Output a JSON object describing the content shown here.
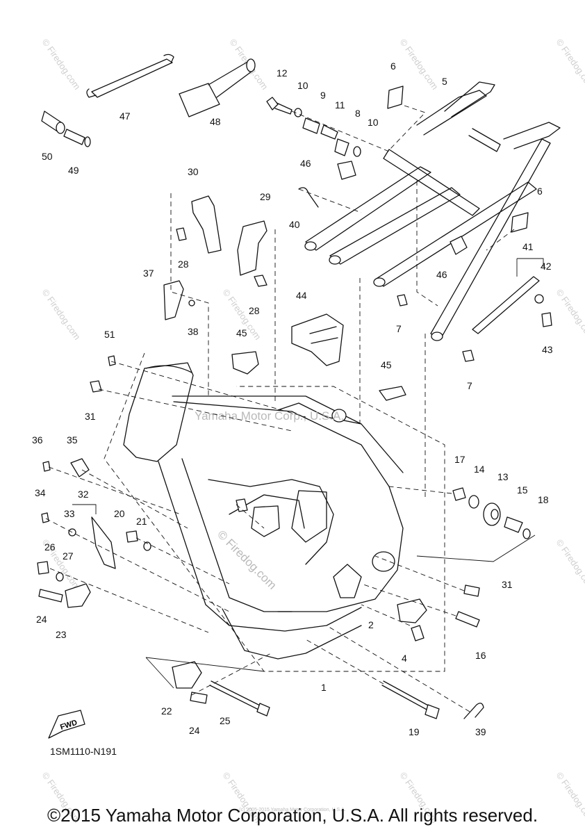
{
  "diagram": {
    "code": "1SM1110-N191",
    "fwd_label": "FWD",
    "frame_watermark": "Yamaha Motor Corp., U.S.A.",
    "site_watermark": "© Firedog.com",
    "part_callouts": [
      "1",
      "2",
      "4",
      "5",
      "6",
      "6",
      "7",
      "7",
      "8",
      "9",
      "10",
      "10",
      "11",
      "12",
      "13",
      "14",
      "15",
      "16",
      "17",
      "18",
      "19",
      "20",
      "21",
      "22",
      "23",
      "24",
      "24",
      "25",
      "26",
      "27",
      "28",
      "28",
      "29",
      "30",
      "31",
      "31",
      "32",
      "33",
      "34",
      "35",
      "36",
      "37",
      "38",
      "39",
      "40",
      "41",
      "42",
      "43",
      "44",
      "45",
      "45",
      "46",
      "46",
      "47",
      "48",
      "49",
      "50",
      "51"
    ]
  },
  "footer": {
    "copyright": "©2015 Yamaha Motor Corporation, U.S.A. All rights reserved.",
    "small_credit": "(c) 2005-2015 Yamaha Motor Corporation, U.S.A."
  }
}
